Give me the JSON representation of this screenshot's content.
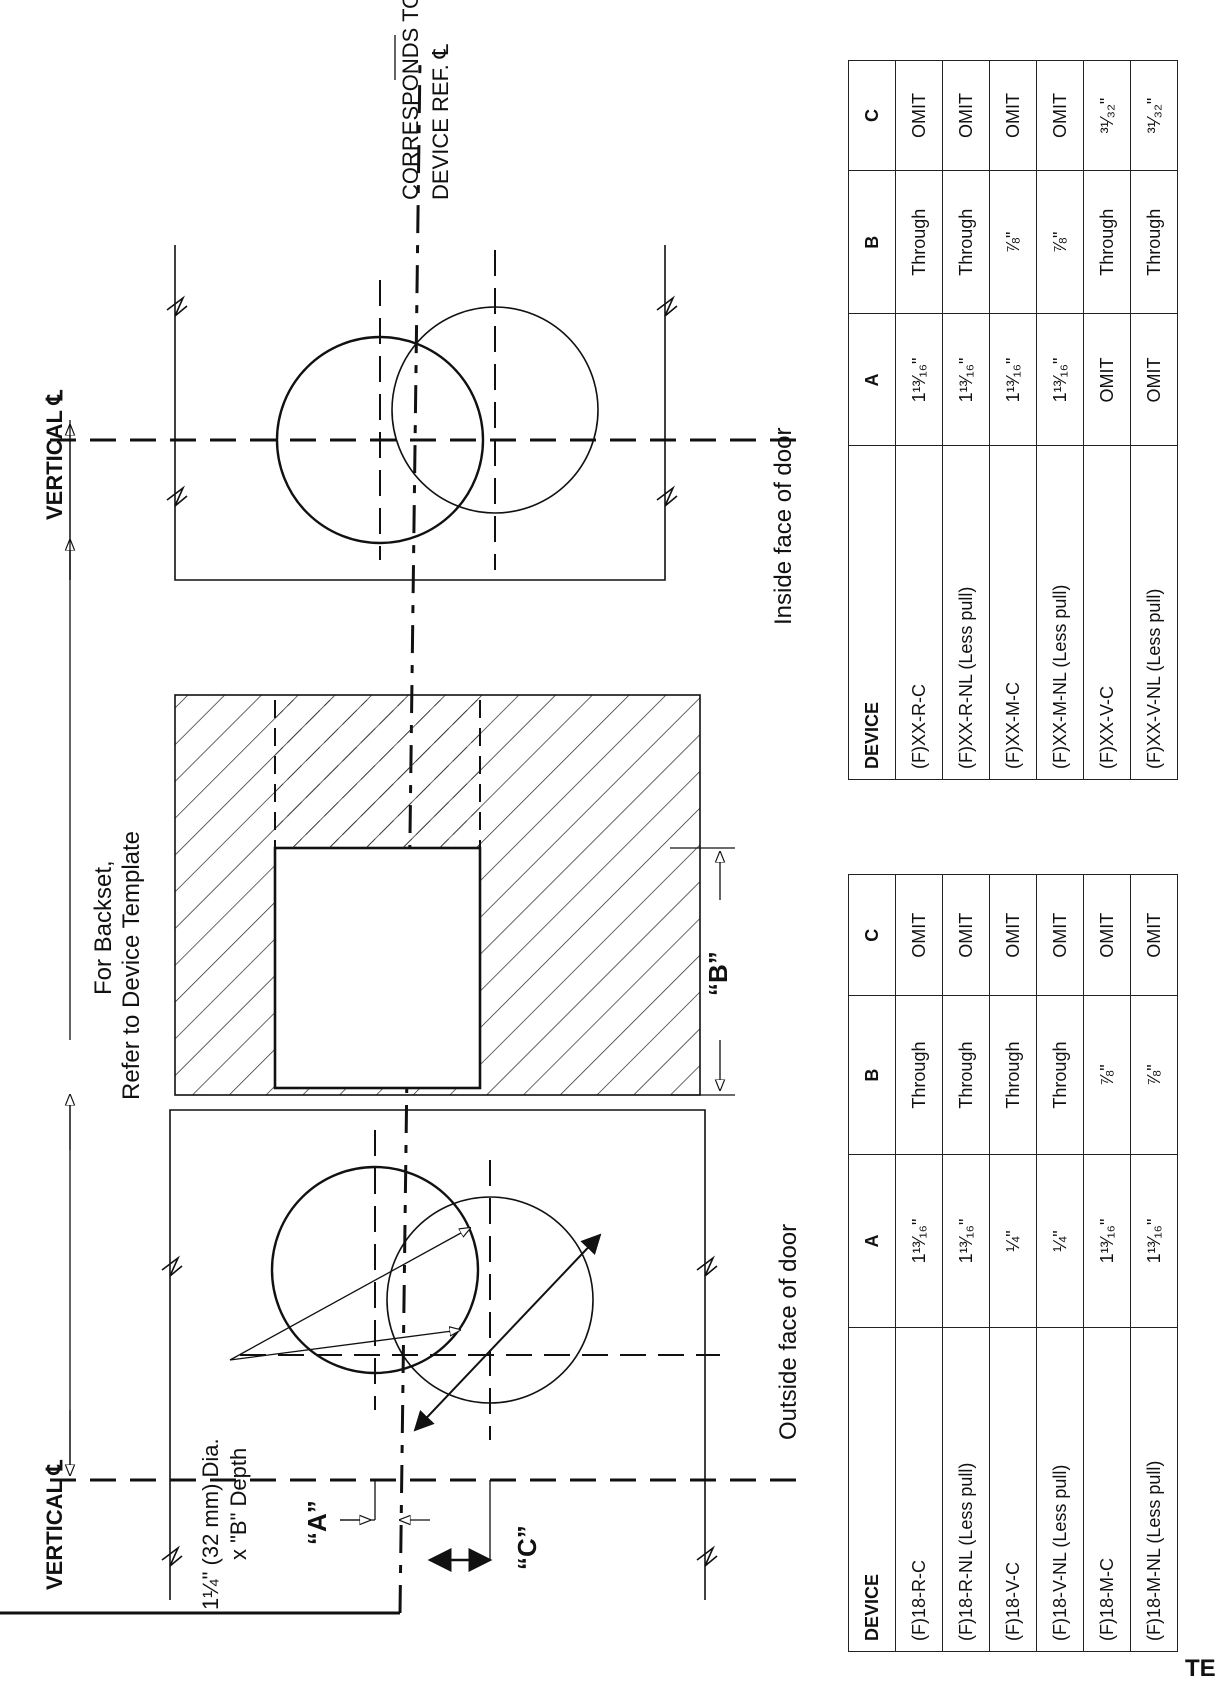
{
  "labels": {
    "vertical_cl_left": "VERTICAL ℄",
    "vertical_cl_right": "VERTICAL ℄",
    "corresponds_line1": "CORRESPONDS TO",
    "corresponds_line2": "DEVICE REF. ℄",
    "backset_line1": "For Backset,",
    "backset_line2": "Refer to Device Template",
    "outside_face": "Outside face of door",
    "inside_face": "Inside face of door",
    "hole_line1": "1¼\" (32 mm) Dia.",
    "hole_line2": "x \"B\" Depth",
    "dim_a": "“A”",
    "dim_b": "“B”",
    "dim_c": "“C”",
    "corner_text": "TE"
  },
  "table_left": {
    "headers": [
      "DEVICE",
      "A",
      "B",
      "C"
    ],
    "rows": [
      [
        "(F)18-R-C",
        "1¹³⁄₁₆\"",
        "Through",
        "OMIT"
      ],
      [
        "(F)18-R-NL (Less pull)",
        "1¹³⁄₁₆\"",
        "Through",
        "OMIT"
      ],
      [
        "(F)18-V-C",
        "¼\"",
        "Through",
        "OMIT"
      ],
      [
        "(F)18-V-NL (Less pull)",
        "¼\"",
        "Through",
        "OMIT"
      ],
      [
        "(F)18-M-C",
        "1¹³⁄₁₆\"",
        "⅞\"",
        "OMIT"
      ],
      [
        "(F)18-M-NL (Less pull)",
        "1¹³⁄₁₆\"",
        "⅞\"",
        "OMIT"
      ]
    ]
  },
  "table_right": {
    "headers": [
      "DEVICE",
      "A",
      "B",
      "C"
    ],
    "rows": [
      [
        "(F)XX-R-C",
        "1¹³⁄₁₆\"",
        "Through",
        "OMIT"
      ],
      [
        "(F)XX-R-NL (Less pull)",
        "1¹³⁄₁₆\"",
        "Through",
        "OMIT"
      ],
      [
        "(F)XX-M-C",
        "1¹³⁄₁₆\"",
        "⅞\"",
        "OMIT"
      ],
      [
        "(F)XX-M-NL (Less pull)",
        "1¹³⁄₁₆\"",
        "⅞\"",
        "OMIT"
      ],
      [
        "(F)XX-V-C",
        "OMIT",
        "Through",
        "³¹⁄₃₂\""
      ],
      [
        "(F)XX-V-NL (Less pull)",
        "OMIT",
        "Through",
        "³¹⁄₃₂\""
      ]
    ]
  }
}
